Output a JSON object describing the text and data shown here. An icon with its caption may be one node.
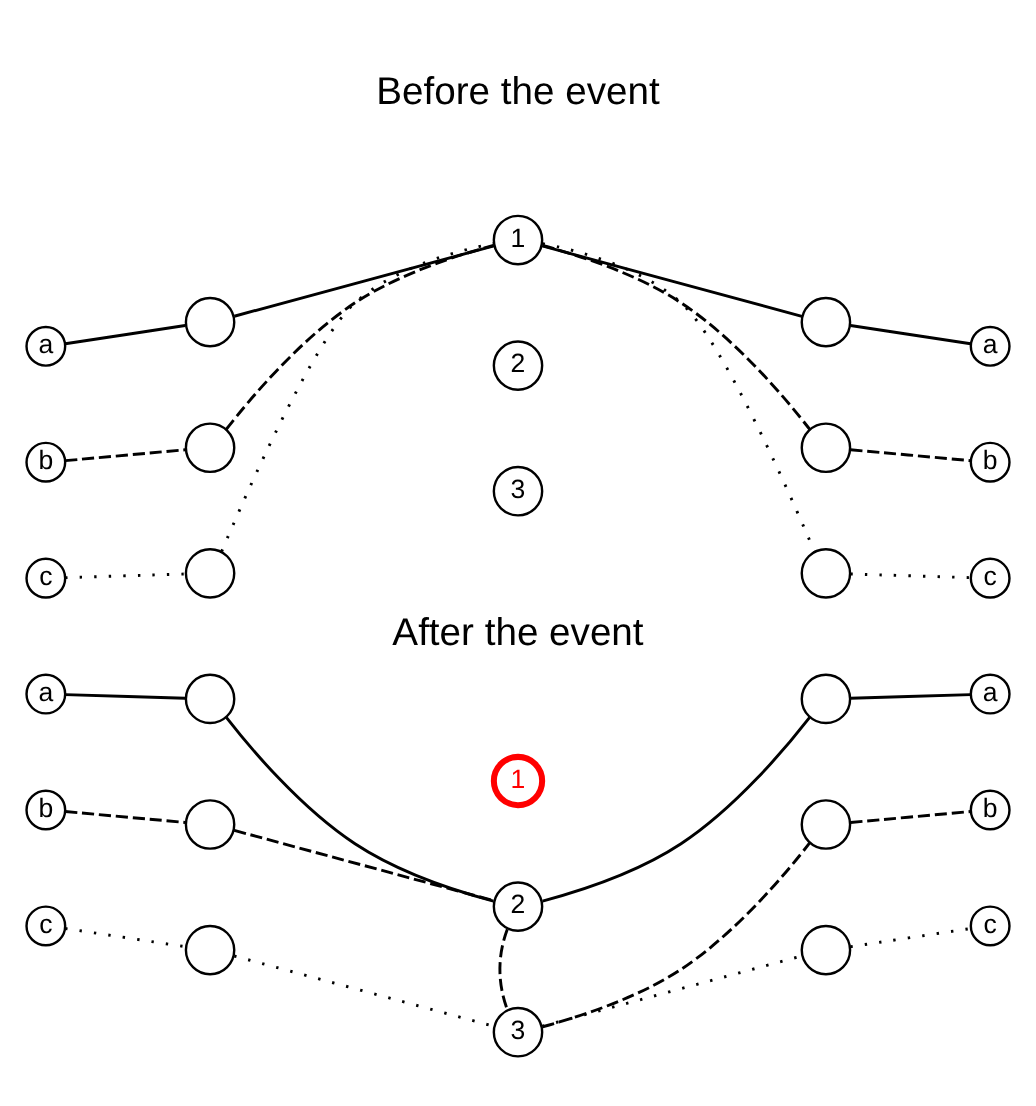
{
  "diagram": {
    "nodes": [
      {
        "text": [
          "a"
        ]
      },
      {
        "text": [],
        "shape": "circle"
      },
      {
        "text": [
          "1"
        ]
      },
      {
        "text": [],
        "shape": "circle"
      },
      {
        "text": [
          "a"
        ]
      },
      {
        "text": [
          "b"
        ]
      },
      {
        "text": [],
        "shape": "circle"
      },
      {
        "text": [
          "2"
        ]
      },
      {
        "text": [],
        "shape": "circle"
      },
      {
        "text": [
          "b"
        ]
      },
      {
        "text": [
          "c"
        ]
      },
      {
        "text": [],
        "shape": "circle"
      },
      {
        "text": [
          "3"
        ]
      },
      {
        "text": [],
        "shape": "circle"
      },
      {
        "text": [
          "c"
        ]
      },
      {
        "text": [
          "a"
        ]
      },
      {
        "text": [],
        "shape": "circle"
      },
      {
        "text": [
          "1"
        ]
      },
      {
        "text": [],
        "shape": "circle"
      },
      {
        "text": [
          "a"
        ]
      },
      {
        "text": [
          "b"
        ]
      },
      {
        "text": [],
        "shape": "circle"
      },
      {
        "text": [
          "2"
        ]
      },
      {
        "text": [],
        "shape": "circle"
      },
      {
        "text": [
          "b"
        ]
      },
      {
        "text": [
          "c"
        ]
      },
      {
        "text": [],
        "shape": "circle"
      },
      {
        "text": [
          "3"
        ]
      },
      {
        "text": [],
        "shape": "circle"
      },
      {
        "text": [
          "c"
        ]
      }
    ],
    "edges": [
      {
        "from": 0,
        "to": 1,
        "arrow": "none"
      },
      {
        "from": 1,
        "to": 2,
        "arrow": "none"
      },
      {
        "from": 2,
        "to": 3,
        "arrow": "none"
      },
      {
        "from": 3,
        "to": 4,
        "arrow": "none"
      },
      {
        "from": 5,
        "to": 6,
        "arrow": "none",
        "style": "dashed"
      },
      {
        "from": 6,
        "to": 2,
        "arrow": "none",
        "style": "dashed"
      },
      {
        "from": 2,
        "to": 8,
        "arrow": "none",
        "style": "dashed"
      },
      {
        "from": 8,
        "to": 9,
        "arrow": "none",
        "style": "dashed"
      },
      {
        "from": 10,
        "to": 11,
        "arrow": "none",
        "style": "dashed"
      },
      {
        "from": 11,
        "to": 2,
        "arrow": "none",
        "style": "dashed"
      },
      {
        "from": 2,
        "to": 13,
        "arrow": "none",
        "style": "dashed"
      },
      {
        "from": 13,
        "to": 14,
        "arrow": "none",
        "style": "dashed"
      },
      {
        "from": 15,
        "to": 16,
        "arrow": "none"
      },
      {
        "from": 16,
        "to": 22,
        "arrow": "none"
      },
      {
        "from": 22,
        "to": 18,
        "arrow": "none"
      },
      {
        "from": 18,
        "to": 19,
        "arrow": "none"
      },
      {
        "from": 20,
        "to": 21,
        "arrow": "none",
        "style": "dashed"
      },
      {
        "from": 21,
        "to": 22,
        "arrow": "none",
        "style": "dashed"
      },
      {
        "from": 22,
        "to": 27,
        "arrow": "none",
        "style": "dashed"
      },
      {
        "from": 27,
        "to": 23,
        "arrow": "none",
        "style": "dashed"
      },
      {
        "from": 23,
        "to": 24,
        "arrow": "none",
        "style": "dashed"
      },
      {
        "from": 25,
        "to": 26,
        "arrow": "none",
        "style": "dashed"
      },
      {
        "from": 26,
        "to": 27,
        "arrow": "none",
        "style": "dashed"
      },
      {
        "from": 27,
        "to": 28,
        "arrow": "none",
        "style": "dashed"
      },
      {
        "from": 28,
        "to": 29,
        "arrow": "none",
        "style": "dashed"
      }
    ],
    "labels": [
      "Before the event",
      "After the event"
    ]
  }
}
